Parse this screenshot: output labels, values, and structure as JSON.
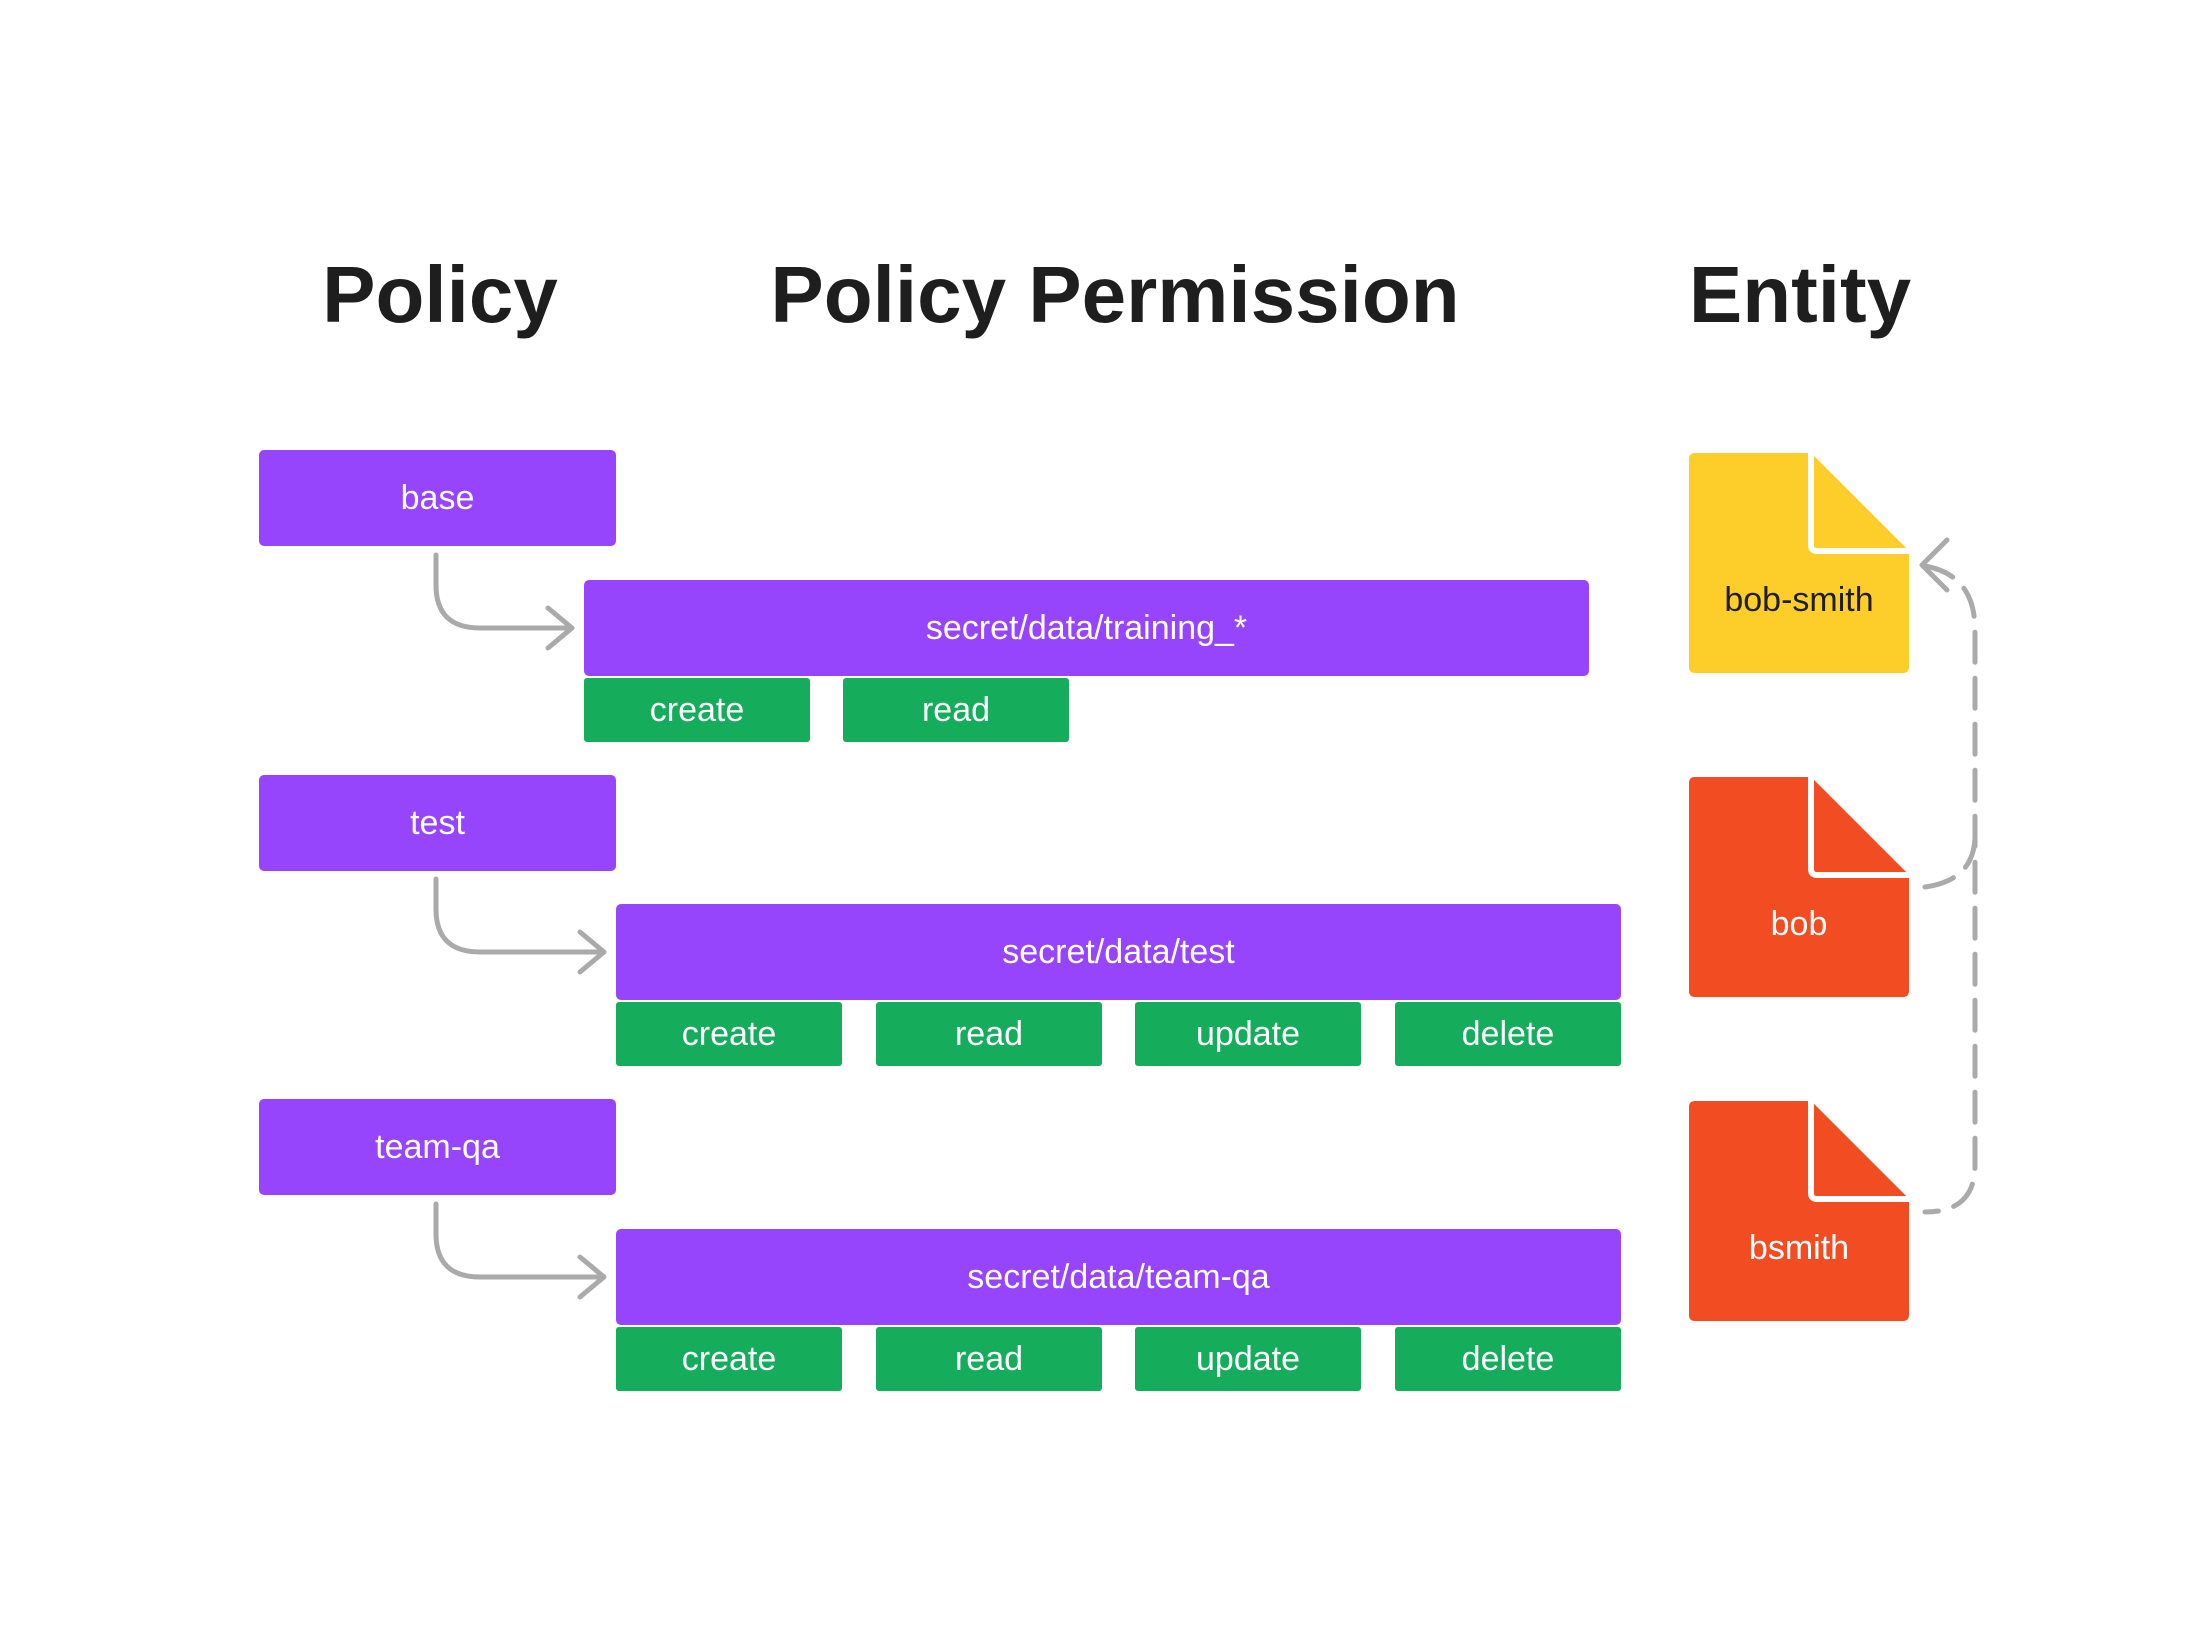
{
  "headings": {
    "policy": "Policy",
    "policy_permission": "Policy Permission",
    "entity": "Entity"
  },
  "policies": [
    {
      "name": "base",
      "path": "secret/data/training_*",
      "capabilities": [
        "create",
        "read"
      ]
    },
    {
      "name": "test",
      "path": "secret/data/test",
      "capabilities": [
        "create",
        "read",
        "update",
        "delete"
      ]
    },
    {
      "name": "team-qa",
      "path": "secret/data/team-qa",
      "capabilities": [
        "create",
        "read",
        "update",
        "delete"
      ]
    }
  ],
  "entities": [
    {
      "name": "bob-smith",
      "color": "#fdcd2a",
      "text_color": "#1e1e1e"
    },
    {
      "name": "bob",
      "color": "#f24c22",
      "text_color": "#ffffff"
    },
    {
      "name": "bsmith",
      "color": "#f24c22",
      "text_color": "#ffffff"
    }
  ],
  "colors": {
    "policy": "#9645fc",
    "capability": "#15ad5c",
    "connector": "#aaaaaa",
    "heading": "#1e1e1e"
  },
  "icons": {
    "policy_to_path": "arrow-right-icon",
    "entity_merge": "dashed-arrow-icon",
    "entity_shape": "document-icon"
  }
}
